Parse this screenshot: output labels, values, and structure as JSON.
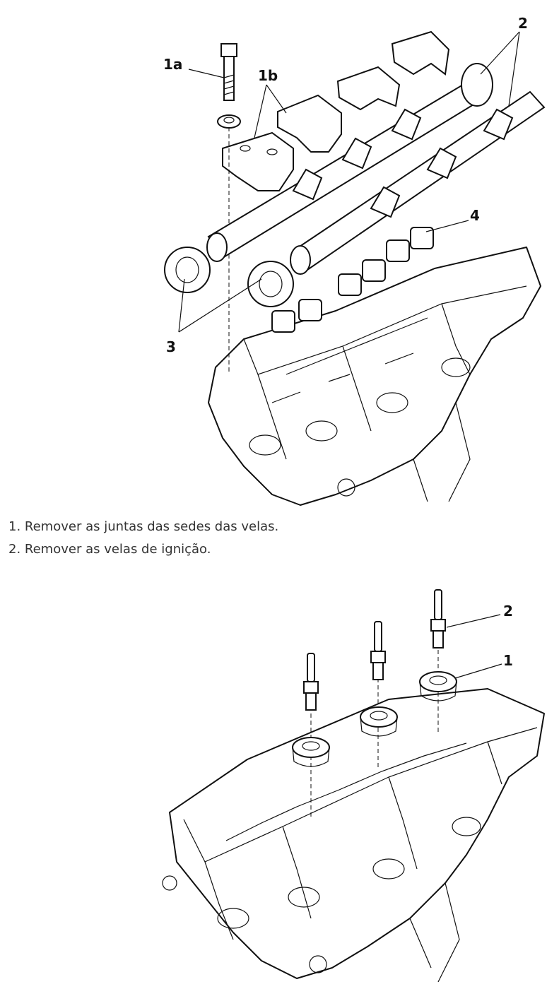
{
  "figure1": {
    "callouts": {
      "c1a": "1a",
      "c1b": "1b",
      "c2": "2",
      "c3": "3",
      "c4": "4"
    }
  },
  "steps": [
    "1. Remover as juntas das sedes das velas.",
    "2. Remover as velas de ignição."
  ],
  "figure2": {
    "callouts": {
      "c1": "1",
      "c2": "2"
    }
  }
}
